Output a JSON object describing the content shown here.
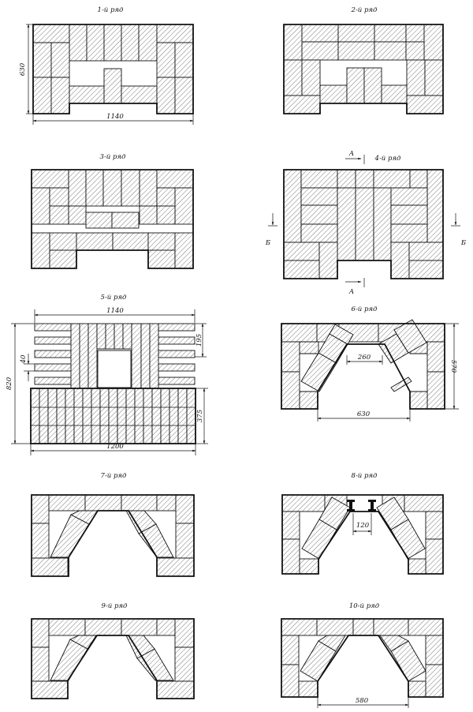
{
  "rows": [
    {
      "caption": "1-й ряд"
    },
    {
      "caption": "2-й ряд"
    },
    {
      "caption": "3-й ряд"
    },
    {
      "caption": "4-й ряд"
    },
    {
      "caption": "5-й ряд"
    },
    {
      "caption": "6-й ряд"
    },
    {
      "caption": "7-й ряд"
    },
    {
      "caption": "8-й ряд"
    },
    {
      "caption": "9-й ряд"
    },
    {
      "caption": "10-й ряд"
    }
  ],
  "dimensions": {
    "row1_height": "630",
    "row1_width": "1140",
    "row5_top_width": "1140",
    "row5_total_height": "820",
    "row5_gap": "40",
    "row5_rib": "195",
    "row5_base_height": "375",
    "row5_bottom_width": "1200",
    "row6_inner_width": "260",
    "row6_height": "570",
    "row6_opening_width": "630",
    "row8_beam_gap": "120",
    "row10_opening_width": "580"
  },
  "section_marks": {
    "a_top": "А",
    "a_bottom": "А",
    "b_left": "Б",
    "b_right": "Б"
  }
}
